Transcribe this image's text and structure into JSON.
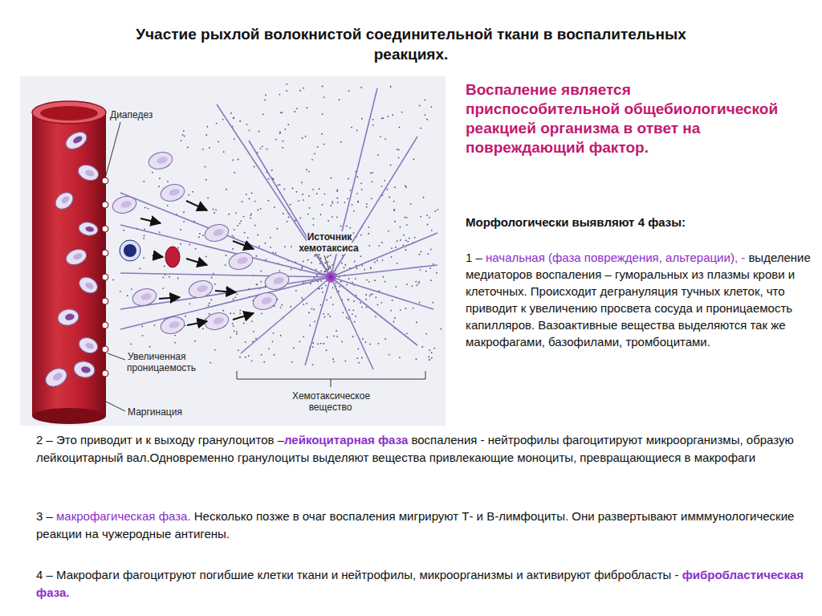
{
  "diagram": {
    "title": "Участие рыхлой волокнистой соединительной ткани в воспалительных реакциях.",
    "labels": [
      "Диапедез",
      "Источник хемотаксиса",
      "Увеличенная проницаемость",
      "Хемотаксическое вещество",
      "Маргинация",
      "Воспаление является приспособительной общебиологической реакцией организма в ответ на повреждающий фактор.",
      "Морфологически выявляют 4 фазы:",
      "1 –",
      "начальная (фаза повреждения, альтерации), -",
      "выделение медиаторов воспаления – гуморальных из плазмы крови и клеточных. Происходит дегрануляция тучных клеток, что приводит к увеличению просвета сосуда и проницаемость капилляров. Вазоактивные вещества выделяются так же макрофагами, базофилами, тромбоцитами.",
      "2 – Это приводит и к выходу гранулоцитов –",
      "лейкоцитарная фаза",
      "воспаления - нейтрофилы фагоцитируют микроорганизмы, образую лейкоцитарный вал.Одновременно гранулоциты выделяют вещества привлекающие моноциты, превращающиеся в макрофаги",
      "3 –",
      "макрофагическая фаза.",
      "Несколько позже в очаг воспаления мигрируют Т- и В-лимфоциты. Они развертывают имммунологические реакции на чужеродные антигены.",
      "4 – Макрофаги фагоцитруют погибшие клетки ткани и нейтрофилы, микроорганизмы и активируют фибробласты -",
      "фибробластическая фаза."
    ]
  }
}
